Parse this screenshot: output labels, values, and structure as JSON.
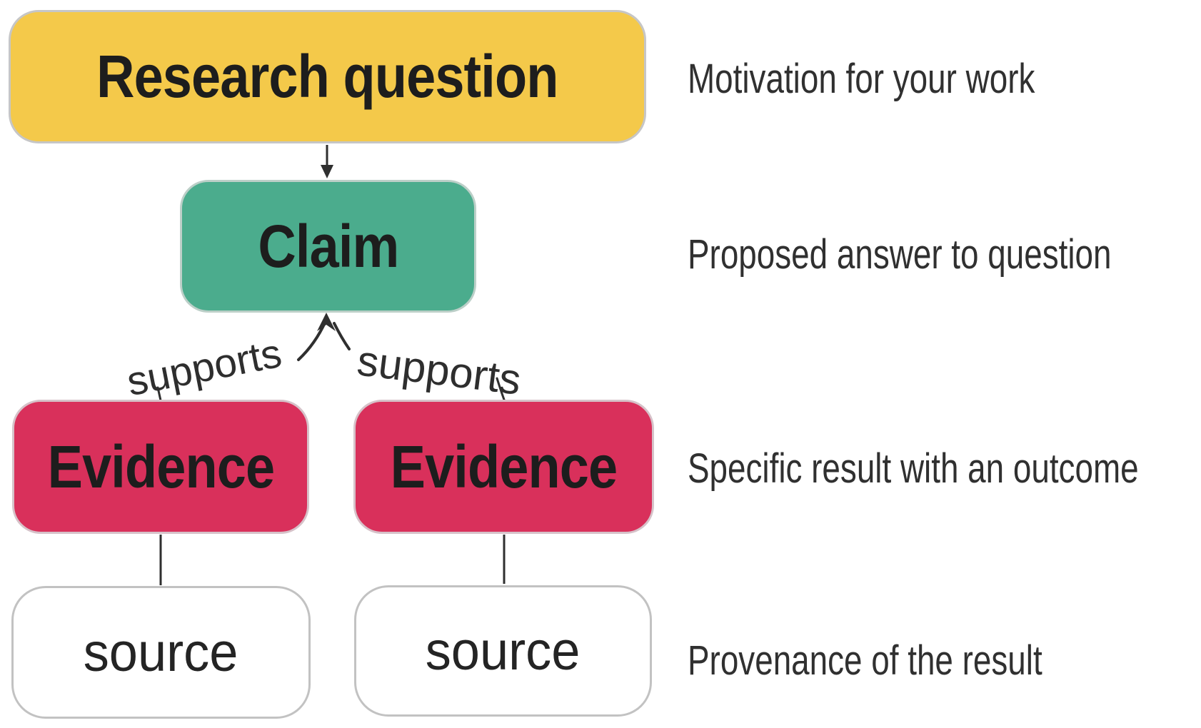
{
  "nodes": {
    "research_question": {
      "label": "Research question"
    },
    "claim": {
      "label": "Claim"
    },
    "evidence_left": {
      "label": "Evidence"
    },
    "evidence_right": {
      "label": "Evidence"
    },
    "source_left": {
      "label": "source"
    },
    "source_right": {
      "label": "source"
    }
  },
  "edges": {
    "supports_left": {
      "label": "supports"
    },
    "supports_right": {
      "label": "supports"
    }
  },
  "annotations": {
    "research_question": "Motivation for your work",
    "claim": "Proposed answer to question",
    "evidence": "Specific result with an outcome",
    "source": "Provenance of the result"
  },
  "colors": {
    "research_question_fill": "#F4C94A",
    "claim_fill": "#4BAC8D",
    "evidence_fill": "#D9305B",
    "source_fill": "#FFFFFF",
    "box_border": "#C6C6C6",
    "label_text": "#1D1D1D",
    "annotation_text": "#303030",
    "line": "#2F2F2F"
  }
}
